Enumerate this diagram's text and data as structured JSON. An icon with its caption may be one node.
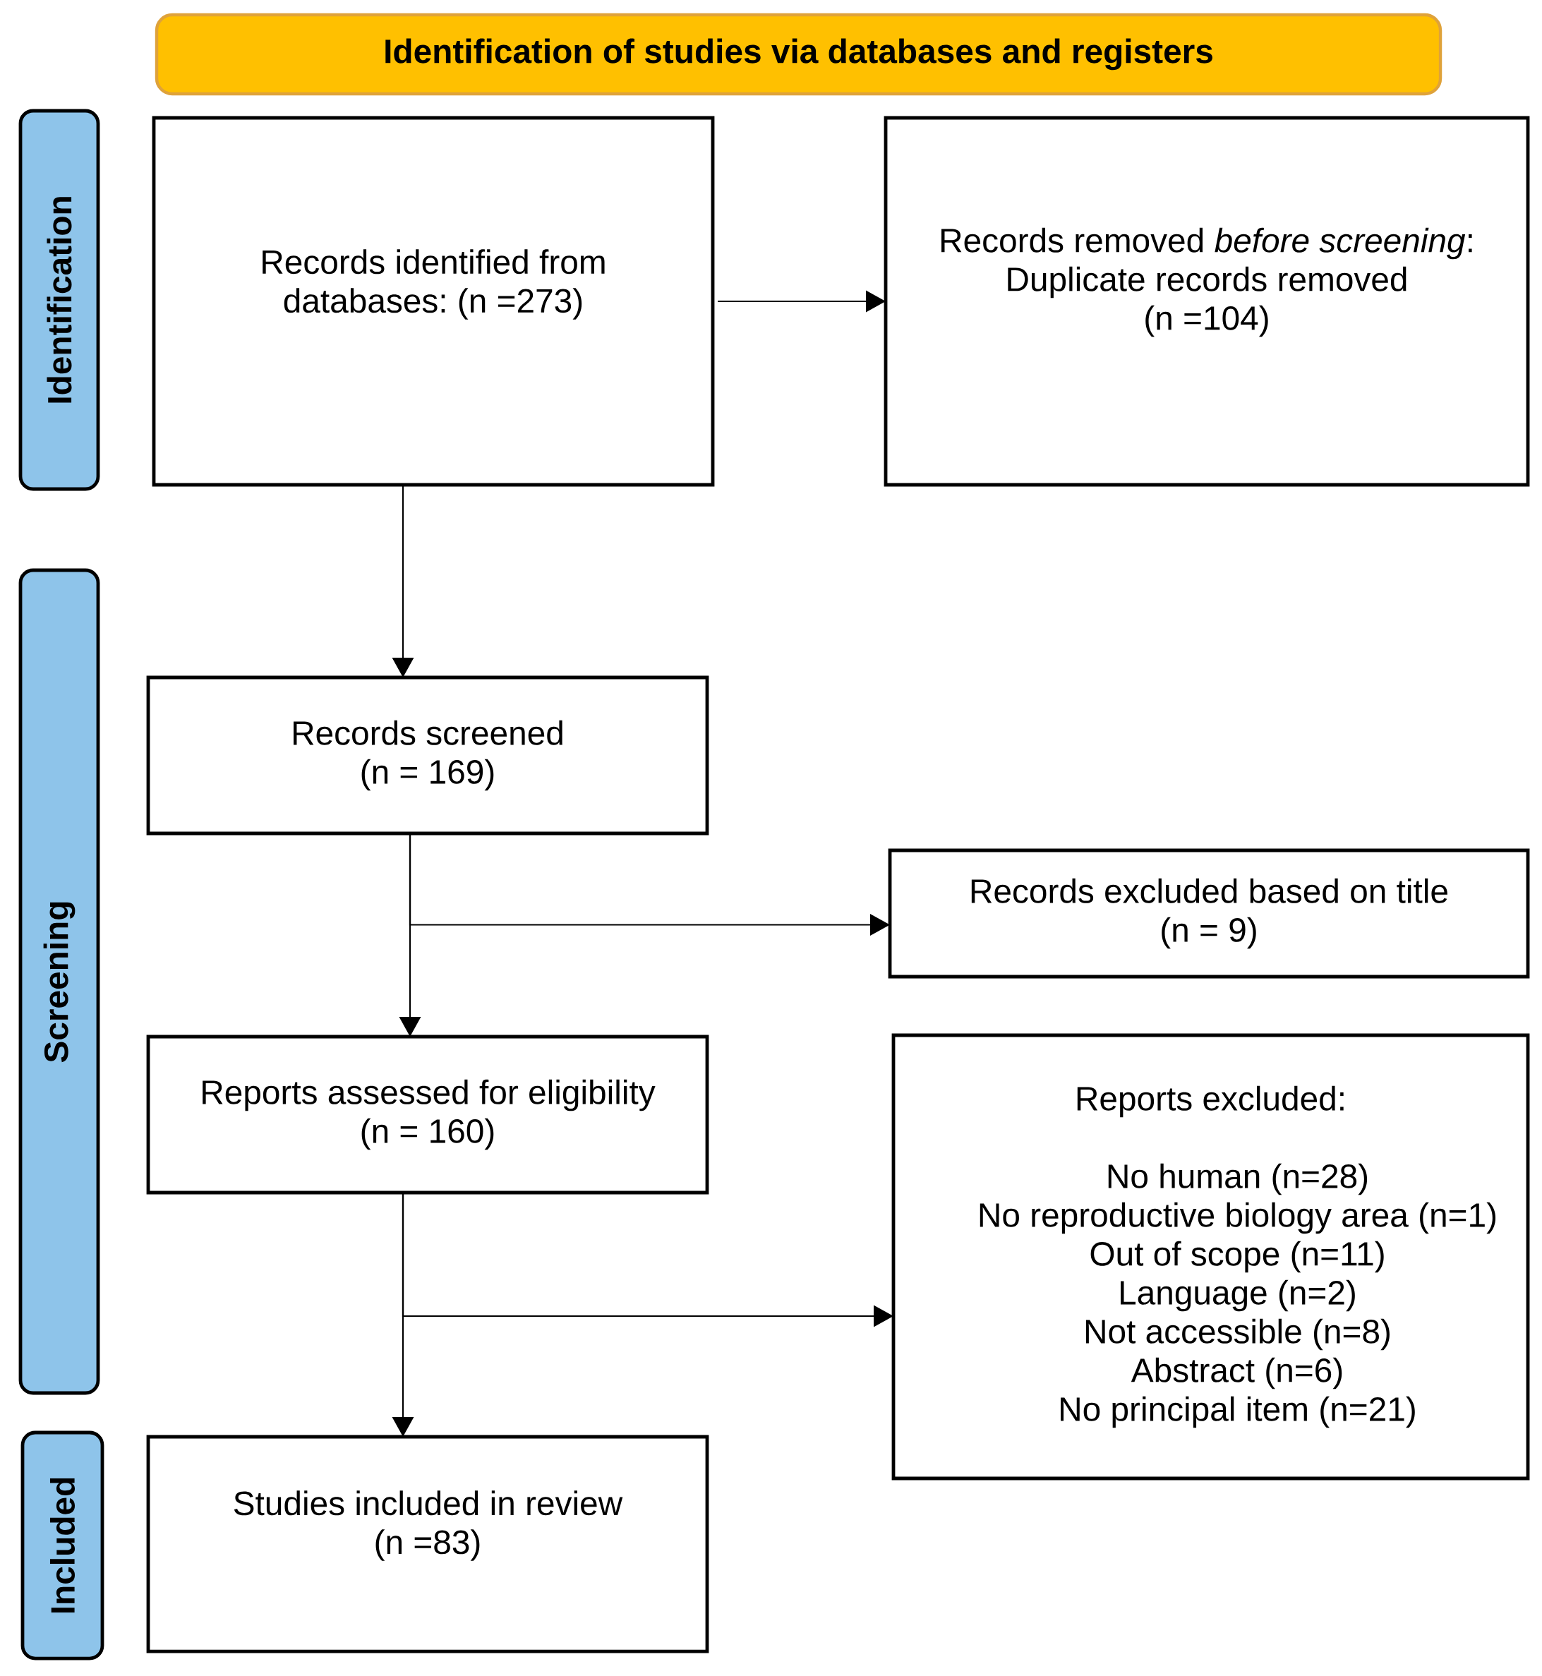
{
  "diagram": {
    "nodes": [
      {
        "text": [
          "Identification of studies via databases and registers"
        ]
      },
      {
        "text": [
          "Identification"
        ]
      },
      {
        "text": [
          "Records identified from databases: (n =273)"
        ]
      },
      {
        "text": [
          "Records removed *before screening*:",
          "Duplicate records removed (n =104)"
        ]
      },
      {
        "text": [
          "Screening"
        ]
      },
      {
        "text": [
          "Records screened (n = 169)"
        ]
      },
      {
        "text": [
          "Records excluded based on title (n = 9)"
        ]
      },
      {
        "text": [
          "Reports assessed for eligibility (n = 160)"
        ]
      },
      {
        "text": [
          "Reports excluded:",
          "No human (n=28)",
          "No reproductive biology area (n=1)",
          "Out of scope (n=11)",
          "Language (n=2)",
          "Not accessible (n=8)",
          "Abstract (n=6)",
          "No principal item (n=21)"
        ]
      },
      {
        "text": [
          "Included"
        ]
      },
      {
        "text": [
          "Studies included in review (n =83)"
        ]
      }
    ],
    "edges": [
      {
        "from": 2,
        "to": 3,
        "arrow": "to"
      },
      {
        "from": 2,
        "to": 5,
        "arrow": "to"
      },
      {
        "from": 5,
        "to": 7,
        "arrow": "to"
      },
      {
        "from": 5,
        "to": 6,
        "arrow": "to"
      },
      {
        "from": 7,
        "to": 10,
        "arrow": "to"
      },
      {
        "from": 7,
        "to": 8,
        "arrow": "to"
      }
    ]
  }
}
